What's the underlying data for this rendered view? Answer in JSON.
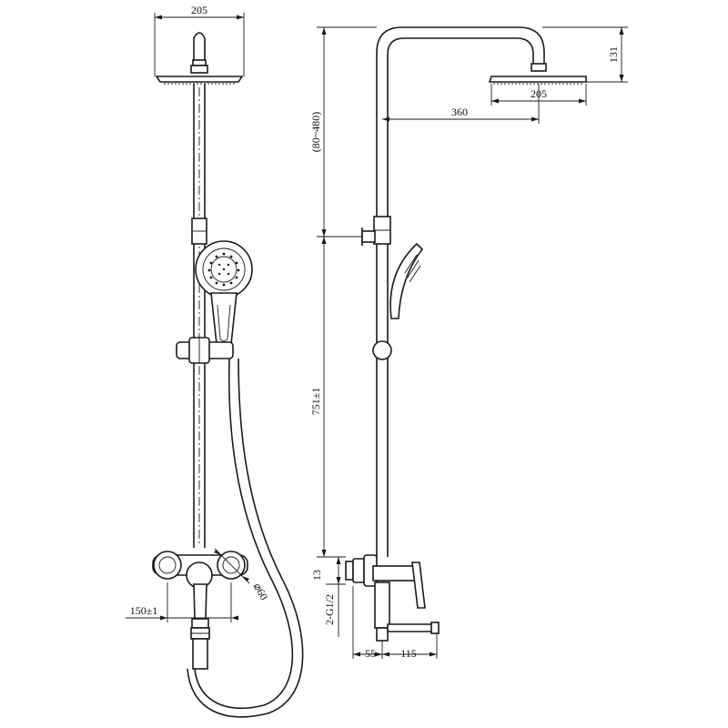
{
  "dimensions": {
    "front_head_width": "205",
    "side_head_width": "205",
    "arm_reach": "360",
    "head_height": "131",
    "slide_range": "(80~480)",
    "column_height": "751±1",
    "valve_centers": "150±1",
    "escutcheon": "⌀60",
    "thread_size": "13",
    "thread_spec": "2-G1/2",
    "inlet_offset": "55",
    "spout_length": "115"
  },
  "colors": {
    "line": "#1a1a1a",
    "background": "#ffffff"
  }
}
